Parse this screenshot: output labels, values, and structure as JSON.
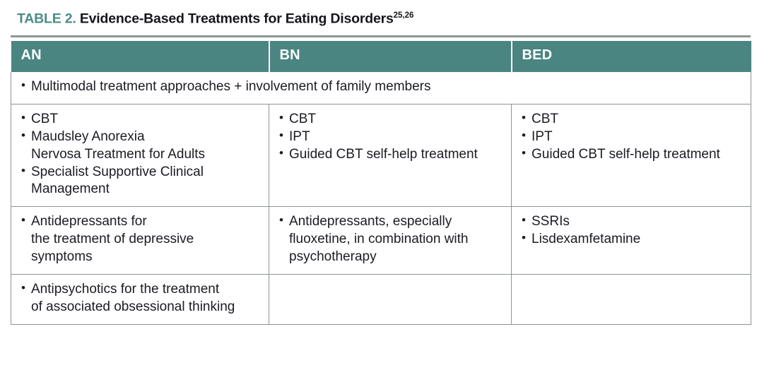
{
  "caption": {
    "label": "TABLE 2.",
    "title": " Evidence-Based Treatments for Eating Disorders",
    "superscript": "25,26",
    "label_color": "#4b8c88",
    "title_color": "#16161c"
  },
  "table": {
    "header_bg": "#4a8582",
    "header_text_color": "#ffffff",
    "border_color": "#8d968f",
    "columns": [
      {
        "label": "AN"
      },
      {
        "label": "BN"
      },
      {
        "label": "BED"
      }
    ],
    "rows": [
      {
        "span_all": true,
        "cells": [
          {
            "items": [
              "Multimodal treatment approaches + involvement of family members"
            ]
          }
        ]
      },
      {
        "span_all": false,
        "cells": [
          {
            "items": [
              "CBT",
              "Maudsley Anorexia\nNervosa Treatment for Adults",
              "Specialist Supportive Clinical\nManagement"
            ]
          },
          {
            "items": [
              "CBT",
              "IPT",
              "Guided CBT self-help treatment"
            ]
          },
          {
            "items": [
              "CBT",
              "IPT",
              "Guided CBT self-help treatment"
            ]
          }
        ]
      },
      {
        "span_all": false,
        "cells": [
          {
            "items": [
              "Antidepressants for\nthe treatment of depressive\nsymptoms"
            ]
          },
          {
            "items": [
              "Antidepressants, especially\nfluoxetine, in combination with\npsychotherapy"
            ]
          },
          {
            "items": [
              "SSRIs",
              "Lisdexamfetamine"
            ]
          }
        ]
      },
      {
        "span_all": false,
        "cells": [
          {
            "items": [
              "Antipsychotics for the treatment\nof associated obsessional thinking"
            ]
          },
          {
            "items": []
          },
          {
            "items": []
          }
        ]
      }
    ]
  }
}
